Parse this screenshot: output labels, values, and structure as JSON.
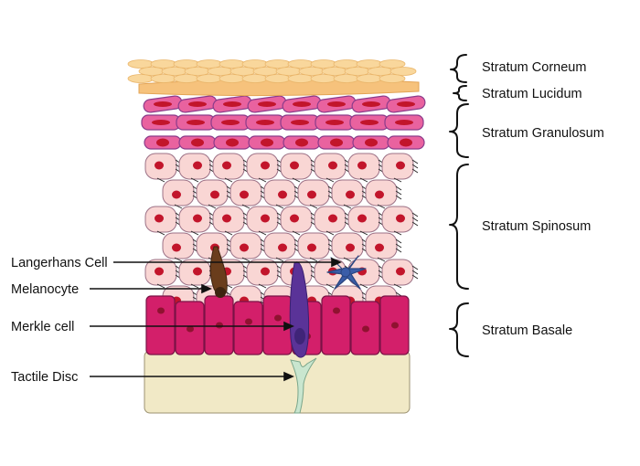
{
  "layers": [
    {
      "id": "corneum",
      "label": "Stratum Corneum"
    },
    {
      "id": "lucidum",
      "label": "Stratum Lucidum"
    },
    {
      "id": "granulosum",
      "label": "Stratum Granulosum"
    },
    {
      "id": "spinosum",
      "label": "Stratum Spinosum"
    },
    {
      "id": "basale",
      "label": "Stratum Basale"
    }
  ],
  "cells": [
    {
      "id": "langerhans",
      "label": "Langerhans Cell"
    },
    {
      "id": "melanocyte",
      "label": "Melanocyte"
    },
    {
      "id": "merkle",
      "label": "Merkle cell"
    },
    {
      "id": "tactile",
      "label": "Tactile Disc"
    }
  ],
  "colors": {
    "corneum": "#f9d79c",
    "lucidum": "#f6c27c",
    "granulosum": "#e9629f",
    "spinosum": "#f9d6d4",
    "basale": "#d31f6a",
    "nucleus": "#c2152b",
    "dermis": "#f1e9c6",
    "langerhans": "#3b5da8",
    "melanocyte": "#6a3d1c",
    "merkle": "#5a3398",
    "tactile": "#c9e6cf"
  }
}
